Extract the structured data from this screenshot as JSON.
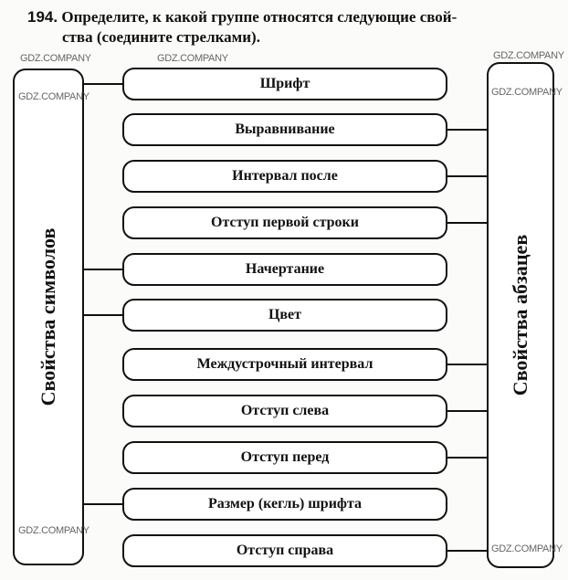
{
  "task": {
    "number": "194.",
    "text_line1": "Определите, к какой группе относятся следующие свой-",
    "text_line2": "ства (соедините стрелками)."
  },
  "groups": {
    "left": "Свойства символов",
    "right": "Свойства абзацев"
  },
  "properties": [
    {
      "label": "Шрифт",
      "group": "left"
    },
    {
      "label": "Выравнивание",
      "group": "right"
    },
    {
      "label": "Интервал после",
      "group": "right"
    },
    {
      "label": "Отступ первой строки",
      "group": "right"
    },
    {
      "label": "Начертание",
      "group": "left"
    },
    {
      "label": "Цвет",
      "group": "left"
    },
    {
      "label": "Междустрочный интервал",
      "group": "right"
    },
    {
      "label": "Отступ слева",
      "group": "right"
    },
    {
      "label": "Отступ перед",
      "group": "right"
    },
    {
      "label": "Размер (кегль) шрифта",
      "group": "left"
    },
    {
      "label": "Отступ справа",
      "group": "right"
    }
  ],
  "watermark": "GDZ.COMPANY"
}
